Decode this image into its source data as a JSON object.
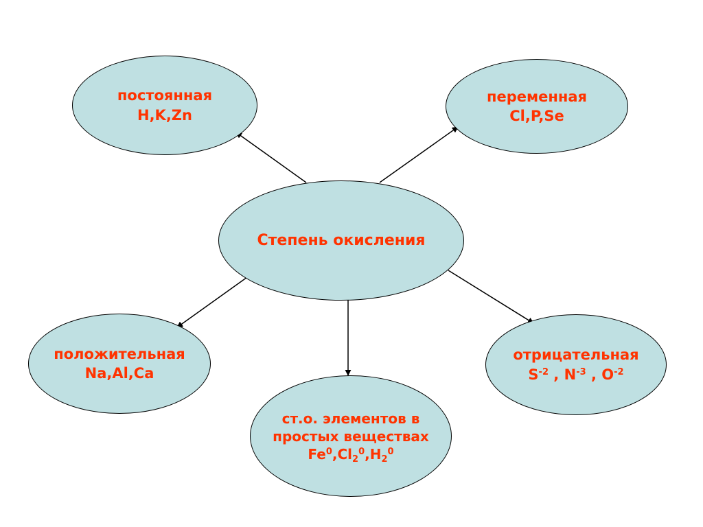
{
  "diagram": {
    "center": {
      "label": "Степень окисления"
    },
    "constant": {
      "label": "постоянная",
      "examples": "H,K,Zn"
    },
    "variable": {
      "label": "переменная",
      "examples": "Cl,P,Se"
    },
    "positive": {
      "label": "положительная",
      "examples": "Na,Al,Ca"
    },
    "negative": {
      "label": "отрицательная",
      "items": [
        {
          "symbol": "S",
          "charge": "-2",
          "sep": " ,"
        },
        {
          "symbol": "N",
          "charge": "-3",
          "sep": " ,"
        },
        {
          "symbol": "O",
          "charge": "-2",
          "sep": ""
        }
      ]
    },
    "simple": {
      "line1": "ст.о. элементов в",
      "line2": "простых веществах",
      "formulas": [
        {
          "symbol": "Fe",
          "sub": "",
          "sup": "0",
          "sep": ","
        },
        {
          "symbol": "Cl",
          "sub": "2",
          "sup": "0",
          "sep": ","
        },
        {
          "symbol": "H",
          "sub": "2",
          "sup": "0",
          "sep": ""
        }
      ]
    },
    "colors": {
      "node_fill": "#bfe0e2",
      "text": "#ff3300",
      "stroke": "#000000"
    }
  }
}
